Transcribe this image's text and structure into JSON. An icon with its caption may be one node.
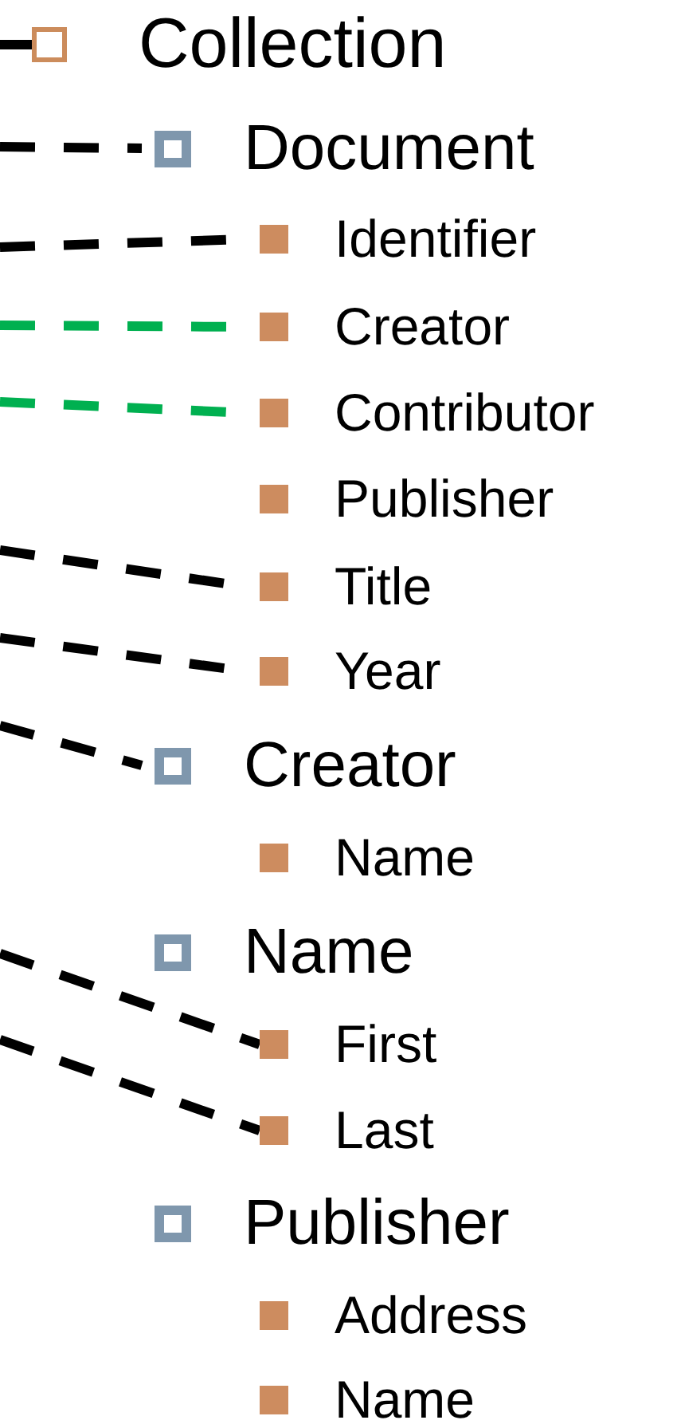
{
  "diagram": {
    "nodes": [
      {
        "text": [
          "Collection"
        ]
      },
      {
        "text": [
          "Document"
        ]
      },
      {
        "text": [
          "Identifier"
        ]
      },
      {
        "text": [
          "Creator"
        ]
      },
      {
        "text": [
          "Contributor"
        ]
      },
      {
        "text": [
          "Publisher"
        ]
      },
      {
        "text": [
          "Title"
        ]
      },
      {
        "text": [
          "Year"
        ]
      },
      {
        "text": [
          "Creator"
        ]
      },
      {
        "text": [
          "Name"
        ]
      },
      {
        "text": [
          "Name"
        ]
      },
      {
        "text": [
          "First"
        ]
      },
      {
        "text": [
          "Last"
        ]
      },
      {
        "text": [
          "Publisher"
        ]
      },
      {
        "text": [
          "Address"
        ]
      },
      {
        "text": [
          "Name"
        ]
      }
    ],
    "edges": [
      {
        "from": null,
        "to": 0,
        "arrow": "none",
        "style": "dashed"
      },
      {
        "from": null,
        "to": 1,
        "arrow": "none",
        "style": "dashed"
      },
      {
        "from": null,
        "to": 2,
        "arrow": "none",
        "style": "dashed"
      },
      {
        "from": null,
        "to": 3,
        "arrow": "none",
        "style": "dashed",
        "color": "#00b050"
      },
      {
        "from": null,
        "to": 4,
        "arrow": "none",
        "style": "dashed",
        "color": "#00b050"
      },
      {
        "from": null,
        "to": 6,
        "arrow": "none",
        "style": "dashed"
      },
      {
        "from": null,
        "to": 7,
        "arrow": "none",
        "style": "dashed"
      },
      {
        "from": null,
        "to": 8,
        "arrow": "none",
        "style": "dashed"
      },
      {
        "from": null,
        "to": 11,
        "arrow": "none",
        "style": "dashed"
      },
      {
        "from": null,
        "to": 12,
        "arrow": "none",
        "style": "dashed"
      }
    ]
  }
}
